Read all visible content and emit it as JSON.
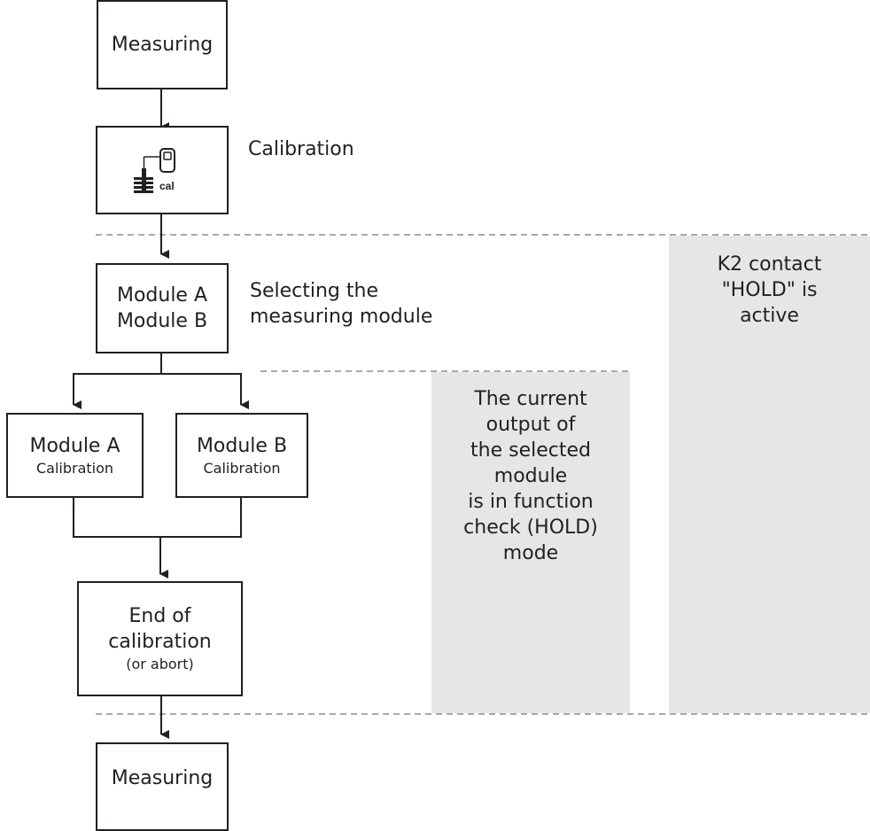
{
  "diagram": {
    "measuring_top": "Measuring",
    "calibration_label": "Calibration",
    "calibration_icon": "probe-meter-cal-icon",
    "calibration_icon_text": "cal",
    "module_select": [
      "Module A",
      "Module B"
    ],
    "module_select_label": [
      "Selecting the",
      "measuring module"
    ],
    "module_a": {
      "title": "Module A",
      "sub": "Calibration"
    },
    "module_b": {
      "title": "Module B",
      "sub": "Calibration"
    },
    "end": {
      "line1": "End of",
      "line2": "calibration",
      "sub": "(or abort)"
    },
    "measuring_bottom": "Measuring",
    "hold_note": [
      "The current",
      "output of",
      "the selected",
      "module",
      "is in function",
      "check (HOLD)",
      "mode"
    ],
    "k2_note": [
      "K2 contact",
      "\"HOLD\" is",
      "active"
    ]
  },
  "colors": {
    "line": "#231f20",
    "shade": "#e6e6e7",
    "dash": "#a7a9ac"
  }
}
